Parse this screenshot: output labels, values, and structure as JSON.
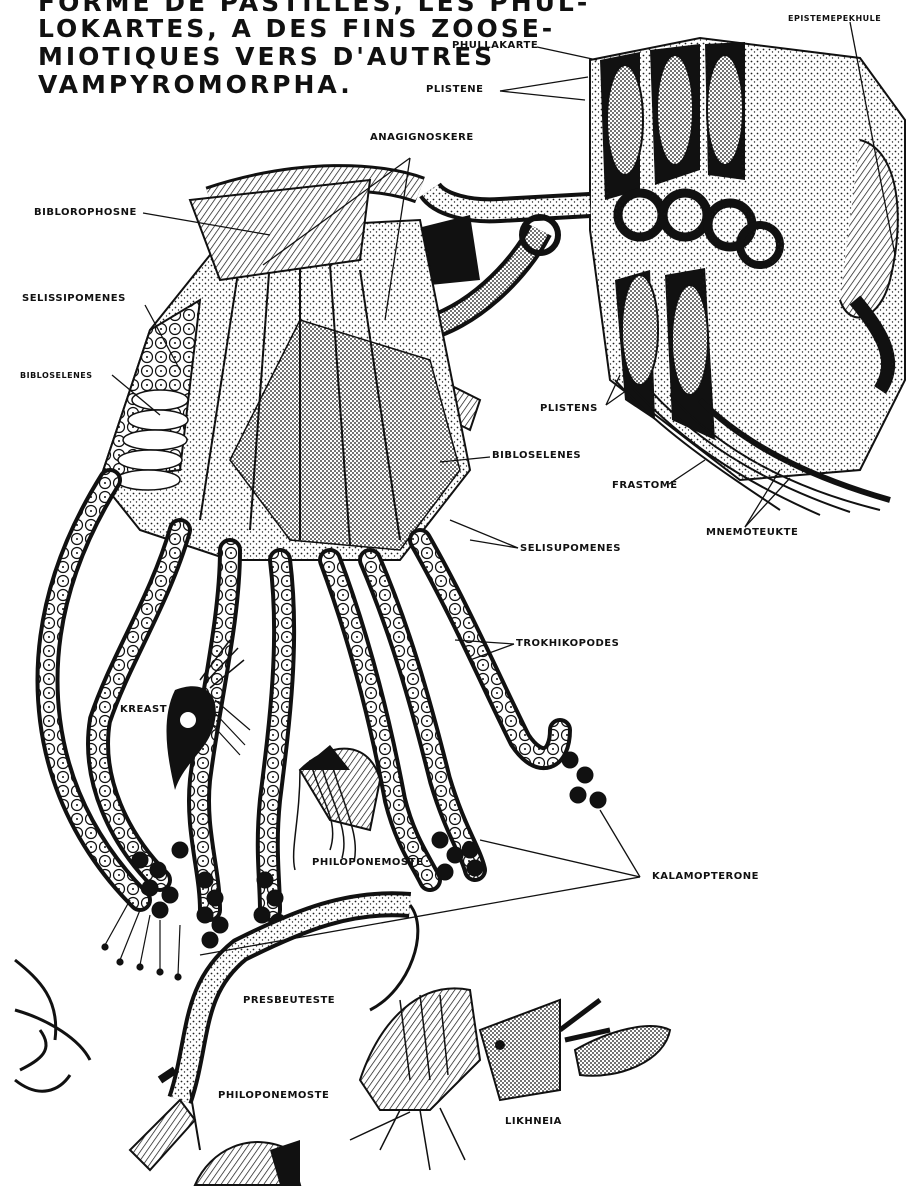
{
  "header": {
    "line1": "FORME DE PASTILLES, LES PHUL-",
    "line2": "LOKARTES, A DES FINS ZOOSE-",
    "line3": "MIOTIQUES VERS D'AUTRES",
    "line4": "VAMPYROMORPHA."
  },
  "labels": {
    "epistemepekhule": "EPISTEMEPEKHULE",
    "phullakarte": "PHULLAKARTE",
    "plistene": "PLISTENE",
    "anagignoskere": "ANAGIGNOSKERE",
    "biblorophosne": "BIBLOROPHOSNE",
    "selissipomenes": "SELISSIPOMENES",
    "bibloselenes_left": "BIBLOSELENES",
    "plistens": "PLISTENS",
    "bibloselenes_center": "BIBLOSELENES",
    "frastome": "FRASTOME",
    "mnemoteukte": "MNEMOTEUKTE",
    "selisupomenes": "SELISUPOMENES",
    "trokhikopodes": "TROKHIKOPODES",
    "kreast": "KREAST",
    "philoponemoste_mid": "PHILOPONEMOSTE",
    "kalamopterone": "KALAMOPTERONE",
    "presbeuteste": "PRESBEUTESTE",
    "philoponemoste_bottom": "PHILOPONEMOSTE",
    "likhneia": "LIKHNEIA"
  }
}
